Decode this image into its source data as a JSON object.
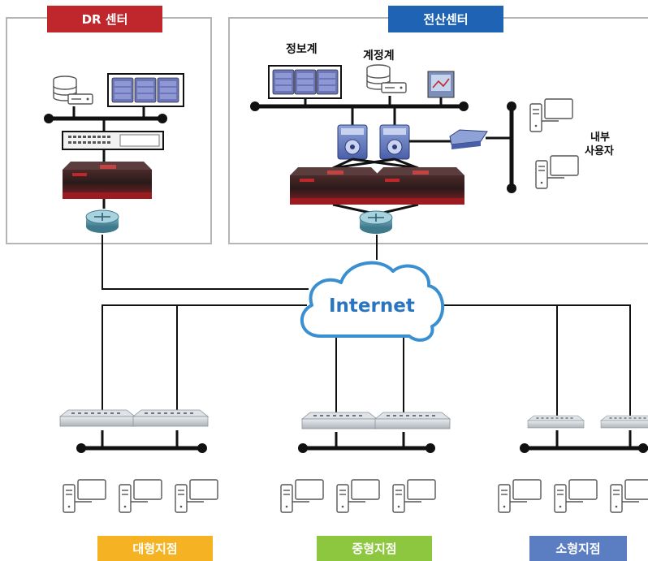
{
  "sections": {
    "dr_center": "DR 센터",
    "it_center": "전산센터"
  },
  "systems": {
    "info": "정보계",
    "account": "계정계"
  },
  "internal_users": {
    "line1": "내부",
    "line2": "사용자"
  },
  "internet": "Internet",
  "branches": {
    "large": "대형지점",
    "medium": "중형지점",
    "small": "소형지점"
  },
  "colors": {
    "dr_red": "#c0272d",
    "it_blue": "#1f64b4",
    "large_yellow": "#f5b324",
    "medium_green": "#8dc63f",
    "small_blue": "#5b7dc2",
    "cloud_stroke": "#3a8fd1",
    "cloud_text": "#2a75bf"
  }
}
